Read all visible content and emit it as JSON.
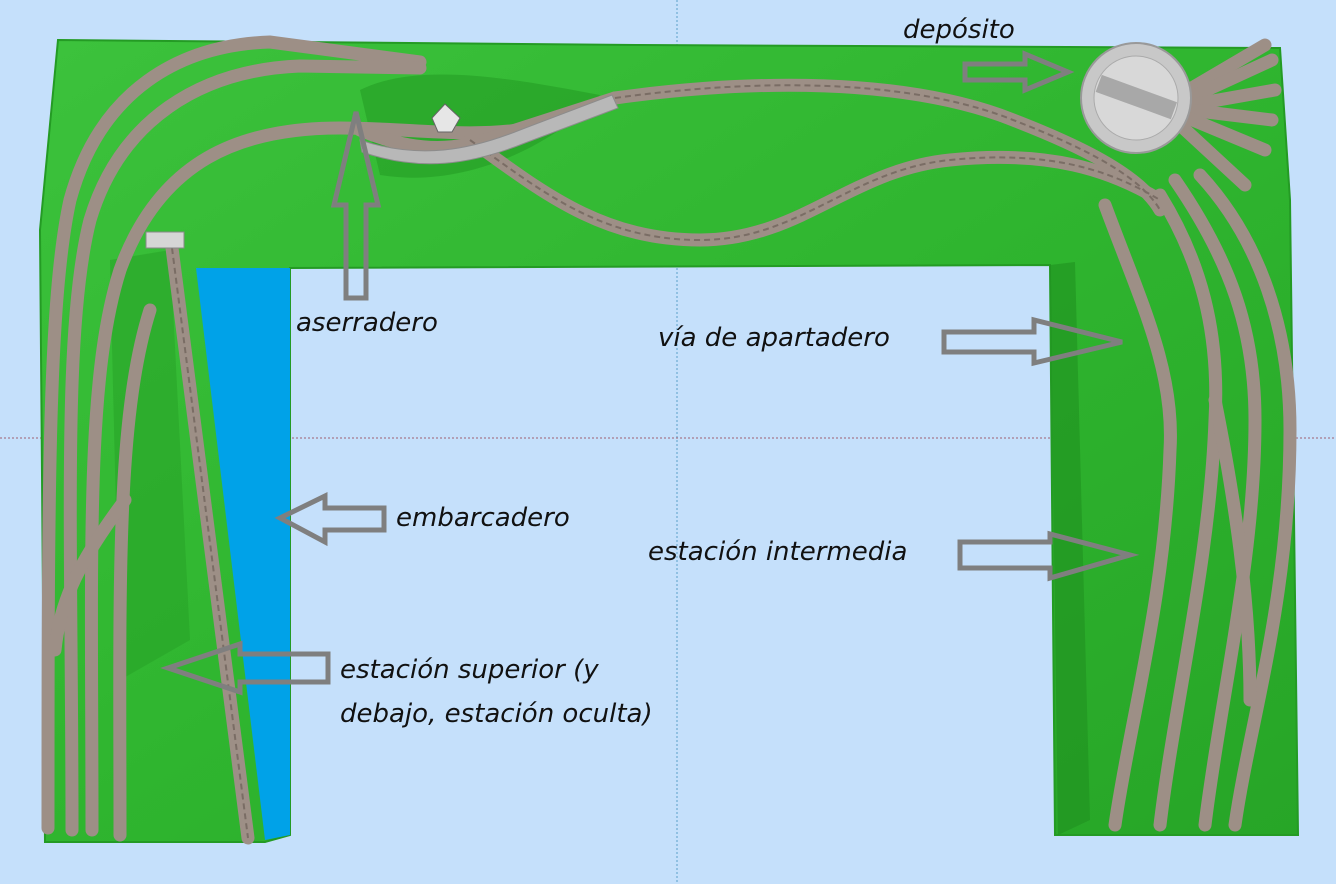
{
  "labels": {
    "deposito": "depósito",
    "aserradero": "aserradero",
    "via_apartadero": "vía de apartadero",
    "embarcadero": "embarcadero",
    "estacion_intermedia": "estación intermedia",
    "estacion_superior_line1": "estación superior (y",
    "estacion_superior_line2": "debajo, estación oculta)"
  },
  "colors": {
    "background": "#c5e0fb",
    "terrain": "#2fb52f",
    "terrain_dark": "#1e8f1e",
    "water": "#00a2e8",
    "track": "#9d8f86",
    "arrow": "#7f7f7f",
    "crosshair": "#8a6b9c"
  }
}
